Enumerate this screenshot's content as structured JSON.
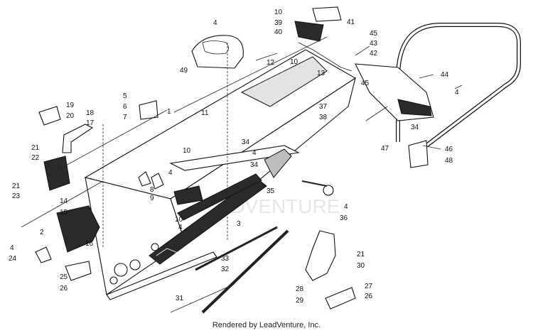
{
  "footer": {
    "text": "Rendered by LeadVenture, Inc."
  },
  "watermark": {
    "text": "LEADVENTURE"
  },
  "callouts": [
    "1",
    "2",
    "3",
    "4",
    "4",
    "4",
    "4",
    "4",
    "4",
    "4",
    "5",
    "6",
    "7",
    "8",
    "9",
    "10",
    "10",
    "10",
    "10",
    "11",
    "12",
    "13",
    "14",
    "15",
    "16",
    "17",
    "18",
    "19",
    "20",
    "21",
    "21",
    "21",
    "22",
    "23",
    "24",
    "25",
    "26",
    "26",
    "27",
    "28",
    "29",
    "30",
    "31",
    "32",
    "33",
    "34",
    "34",
    "34",
    "35",
    "36",
    "37",
    "38",
    "39",
    "40",
    "41",
    "42",
    "43",
    "44",
    "45",
    "45",
    "46",
    "47",
    "48",
    "49"
  ]
}
